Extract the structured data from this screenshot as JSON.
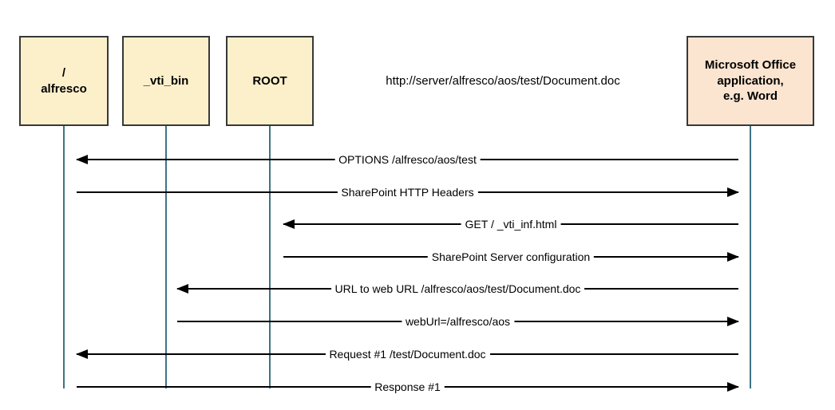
{
  "boxes": {
    "alfresco": {
      "lines": [
        "/",
        "alfresco"
      ]
    },
    "vti_bin": {
      "lines": [
        "_vti_bin"
      ]
    },
    "root": {
      "lines": [
        "ROOT"
      ]
    },
    "word": {
      "lines": [
        "Microsoft Office",
        "application,",
        "e.g. Word"
      ]
    }
  },
  "url_caption": "http://server/alfresco/aos/test/Document.doc",
  "messages": [
    {
      "label": "OPTIONS /alfresco/aos/test",
      "from": "Microsoft Office application",
      "to": "/alfresco",
      "direction": "left"
    },
    {
      "label": "SharePoint HTTP Headers",
      "from": "/alfresco",
      "to": "Microsoft Office application",
      "direction": "right"
    },
    {
      "label": "GET / _vti_inf.html",
      "from": "Microsoft Office application",
      "to": "ROOT",
      "direction": "left"
    },
    {
      "label": "SharePoint Server configuration",
      "from": "ROOT",
      "to": "Microsoft Office application",
      "direction": "right"
    },
    {
      "label": "URL to web URL /alfresco/aos/test/Document.doc",
      "from": "Microsoft Office application",
      "to": "_vti_bin",
      "direction": "left"
    },
    {
      "label": "webUrl=/alfresco/aos",
      "from": "_vti_bin",
      "to": "Microsoft Office application",
      "direction": "right"
    },
    {
      "label": "Request #1 /test/Document.doc",
      "from": "Microsoft Office application",
      "to": "/alfresco",
      "direction": "left"
    },
    {
      "label": "Response #1",
      "from": "/alfresco",
      "to": "Microsoft Office application",
      "direction": "right"
    }
  ],
  "colors": {
    "actor_fill": "#fcf0cb",
    "office_fill": "#fbe5d0",
    "box_border": "#383838",
    "lifeline": "#3e7383",
    "arrow": "#000000"
  }
}
